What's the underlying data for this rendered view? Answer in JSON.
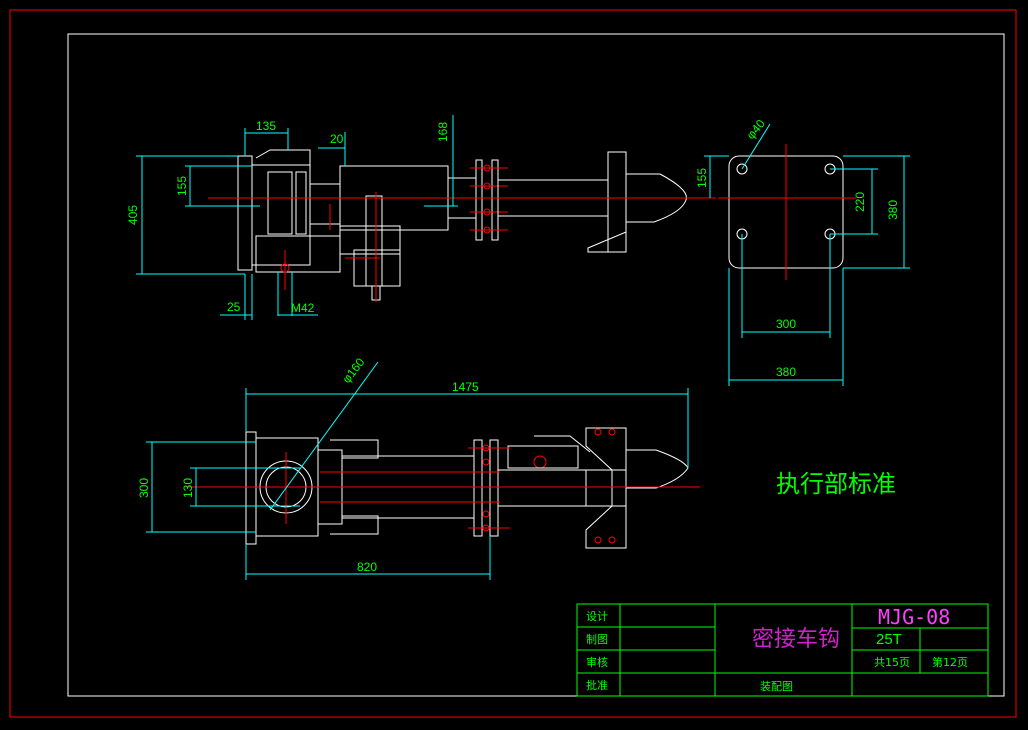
{
  "drawing": {
    "number": "MJG-08",
    "title": "密接车钩",
    "capacity": "25T",
    "total_sheets": "共15页",
    "sheet_no": "第12页",
    "view_name": "装配图",
    "note": "执行部标准"
  },
  "title_block": {
    "rows": [
      "设计",
      "制图",
      "审核",
      "批准"
    ]
  },
  "dimensions": {
    "top_view": {
      "d135": "135",
      "d20": "20",
      "d168": "168",
      "d155": "155",
      "d405": "405",
      "d25": "25",
      "m42": "M42"
    },
    "end_view": {
      "phi40": "φ40",
      "d155": "155",
      "d220": "220",
      "d380v": "380",
      "d300": "300",
      "d380h": "380"
    },
    "bottom_view": {
      "phi160": "φ160",
      "d1475": "1475",
      "d300": "300",
      "d130": "130",
      "d820": "820"
    }
  },
  "colors": {
    "frame": "#ff0000",
    "outline": "#ffffff",
    "dimension": "#00ffff",
    "dim_text": "#00ff00",
    "centerline": "#ff0000",
    "title_text": "#d020d0"
  }
}
